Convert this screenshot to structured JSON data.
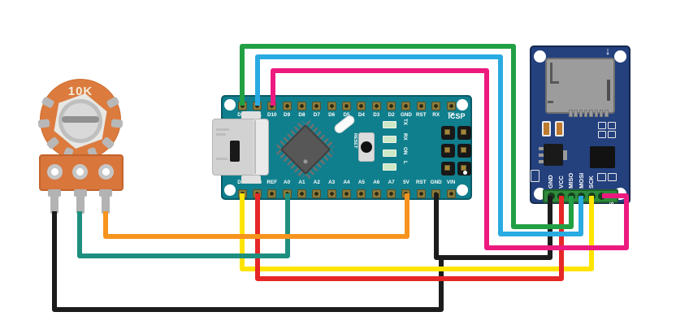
{
  "potentiometer": {
    "label": "10K"
  },
  "nano": {
    "reset_label": "RESET",
    "icsp_label": "ICSP",
    "led_labels": [
      "TX",
      "RX",
      "ON",
      "L"
    ],
    "top_pins": [
      "D12",
      "D11",
      "D10",
      "D9",
      "D8",
      "D7",
      "D6",
      "D5",
      "D4",
      "D3",
      "D2",
      "GND",
      "RST",
      "RX",
      "TX"
    ],
    "bottom_pins": [
      "D13",
      "3V3",
      "REF",
      "A0",
      "A1",
      "A2",
      "A3",
      "A4",
      "A5",
      "A6",
      "A7",
      "5V",
      "RST",
      "GND",
      "VIN"
    ],
    "board_color": "#107F8D"
  },
  "sd_module": {
    "pin_labels": [
      "GND",
      "VCC",
      "MISO",
      "MOSI",
      "SCK"
    ],
    "cs_label": "CS",
    "board_color": "#24417E"
  },
  "wires": [
    {
      "id": "pot_gnd",
      "from": "pot-left-leg",
      "to": "nano-GND",
      "color": "#1C1C1C"
    },
    {
      "id": "gnd_sd",
      "from": "nano-GND",
      "to": "sd-GND",
      "color": "#1C1C1C"
    },
    {
      "id": "d13_sck",
      "from": "nano-D13",
      "to": "sd-SCK",
      "color": "#FFE400"
    },
    {
      "id": "v3_vcc",
      "from": "nano-3V3",
      "to": "sd-VCC",
      "color": "#E62727"
    },
    {
      "id": "a0_wiper",
      "from": "pot-middle-leg",
      "to": "nano-A0",
      "color": "#1E8F7E"
    },
    {
      "id": "v5_pot",
      "from": "pot-right-leg",
      "to": "nano-5V",
      "color": "#F7941E"
    },
    {
      "id": "d12_miso",
      "from": "nano-D12",
      "to": "sd-MISO",
      "color": "#21A044"
    },
    {
      "id": "d11_mosi",
      "from": "nano-D11",
      "to": "sd-MOSI",
      "color": "#29ABE2"
    },
    {
      "id": "d10_cs",
      "from": "nano-D10",
      "to": "sd-CS",
      "color": "#EC1A7F"
    }
  ]
}
